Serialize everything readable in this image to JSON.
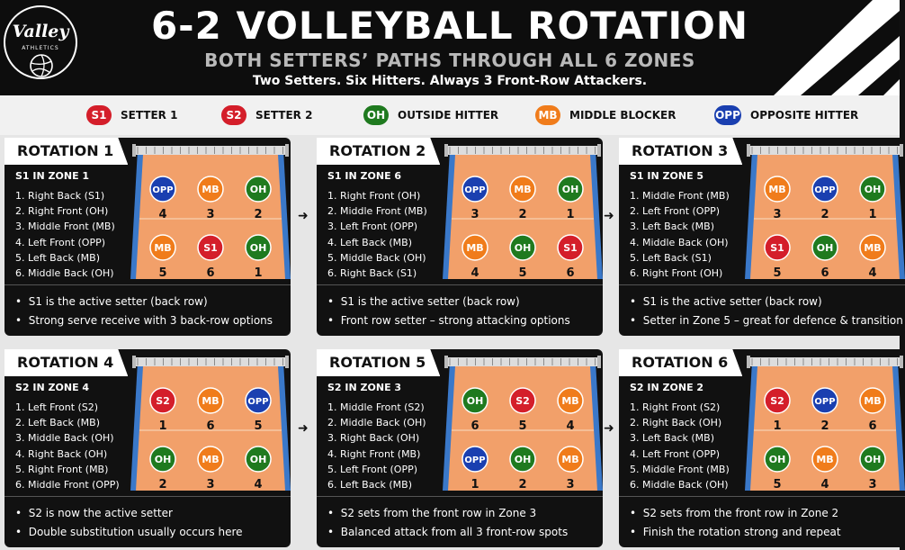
{
  "header": {
    "logo_text": "Valley",
    "logo_subtext": "ATHLETICS",
    "title": "6-2 VOLLEYBALL ROTATION",
    "subtitle": "BOTH SETTERS’ PATHS THROUGH ALL 6 ZONES",
    "tagline": "Two Setters. Six Hitters. Always 3 Front-Row Attackers."
  },
  "colors": {
    "S1": "#d41e2a",
    "S2": "#d41e2a",
    "OH": "#1f7a1f",
    "MB": "#f07c1b",
    "OPP": "#1a3fb0",
    "court": "#f2a06a",
    "court_line": "#f6c7a4",
    "sideline": "#3a78c9",
    "header_bg": "#0d0d0d"
  },
  "legend": [
    {
      "badge": "S1",
      "label": "SETTER 1"
    },
    {
      "badge": "S2",
      "label": "SETTER 2"
    },
    {
      "badge": "OH",
      "label": "OUTSIDE HITTER"
    },
    {
      "badge": "MB",
      "label": "MIDDLE BLOCKER"
    },
    {
      "badge": "OPP",
      "label": "OPPOSITE HITTER"
    }
  ],
  "rotations": [
    {
      "title": "ROTATION 1",
      "zone": "S1 IN ZONE 1",
      "positions": [
        "1.  Right Back (S1)",
        "2.  Right Front (OH)",
        "3.  Middle Front (MB)",
        "4.  Left Front (OPP)",
        "5.  Left Back (MB)",
        "6.  Middle Back (OH)"
      ],
      "front": [
        {
          "role": "OPP",
          "zone": "4"
        },
        {
          "role": "MB",
          "zone": "3"
        },
        {
          "role": "OH",
          "zone": "2"
        }
      ],
      "back": [
        {
          "role": "MB",
          "zone": "5"
        },
        {
          "role": "S1",
          "zone": "6"
        },
        {
          "role": "OH",
          "zone": "1"
        }
      ],
      "notes": [
        "S1 is the active setter (back row)",
        "Strong serve receive with 3 back-row options"
      ]
    },
    {
      "title": "ROTATION 2",
      "zone": "S1 IN ZONE 6",
      "positions": [
        "1.  Right Front (OH)",
        "2.  Middle Front (MB)",
        "3.  Left Front (OPP)",
        "4.  Left Back (MB)",
        "5.  Middle Back (OH)",
        "6.  Right Back (S1)"
      ],
      "front": [
        {
          "role": "OPP",
          "zone": "3"
        },
        {
          "role": "MB",
          "zone": "2"
        },
        {
          "role": "OH",
          "zone": "1"
        }
      ],
      "back": [
        {
          "role": "MB",
          "zone": "4"
        },
        {
          "role": "OH",
          "zone": "5"
        },
        {
          "role": "S1",
          "zone": "6"
        }
      ],
      "notes": [
        "S1 is the active setter (back row)",
        "Front row setter – strong attacking options"
      ]
    },
    {
      "title": "ROTATION 3",
      "zone": "S1 IN ZONE 5",
      "positions": [
        "1.  Middle Front (MB)",
        "2.  Left Front (OPP)",
        "3.  Left Back (MB)",
        "4.  Middle Back (OH)",
        "5.  Left Back (S1)",
        "6.  Right Front (OH)"
      ],
      "front": [
        {
          "role": "MB",
          "zone": "3"
        },
        {
          "role": "OPP",
          "zone": "2"
        },
        {
          "role": "OH",
          "zone": "1"
        }
      ],
      "back": [
        {
          "role": "S1",
          "zone": "5"
        },
        {
          "role": "OH",
          "zone": "6"
        },
        {
          "role": "MB",
          "zone": "4"
        }
      ],
      "notes": [
        "S1 is the active setter (back row)",
        "Setter in Zone 5 – great for defence & transition"
      ]
    },
    {
      "title": "ROTATION 4",
      "zone": "S2 IN ZONE 4",
      "positions": [
        "1.  Left Front (S2)",
        "2.  Left Back (MB)",
        "3.  Middle Back (OH)",
        "4.  Right Back (OH)",
        "5.  Right Front (MB)",
        "6.  Middle Front (OPP)"
      ],
      "front": [
        {
          "role": "S2",
          "zone": "1"
        },
        {
          "role": "MB",
          "zone": "6"
        },
        {
          "role": "OPP",
          "zone": "5"
        }
      ],
      "back": [
        {
          "role": "OH",
          "zone": "2"
        },
        {
          "role": "MB",
          "zone": "3"
        },
        {
          "role": "OH",
          "zone": "4"
        }
      ],
      "notes": [
        "S2 is now the active setter",
        "Double substitution usually occurs here"
      ]
    },
    {
      "title": "ROTATION 5",
      "zone": "S2 IN ZONE 3",
      "positions": [
        "1.  Middle Front (S2)",
        "2.  Middle Back (OH)",
        "3.  Right Back (OH)",
        "4.  Right Front (MB)",
        "5.  Left Front (OPP)",
        "6.  Left Back (MB)"
      ],
      "front": [
        {
          "role": "OH",
          "zone": "6"
        },
        {
          "role": "S2",
          "zone": "5"
        },
        {
          "role": "MB",
          "zone": "4"
        }
      ],
      "back": [
        {
          "role": "OPP",
          "zone": "1"
        },
        {
          "role": "OH",
          "zone": "2"
        },
        {
          "role": "MB",
          "zone": "3"
        }
      ],
      "notes": [
        "S2 sets from the front row in Zone 3",
        "Balanced attack from all 3 front-row spots"
      ]
    },
    {
      "title": "ROTATION 6",
      "zone": "S2 IN ZONE 2",
      "positions": [
        "1.  Right Front (S2)",
        "2.  Right Back (OH)",
        "3.  Left Back (MB)",
        "4.  Left Front (OPP)",
        "5.  Middle Front (MB)",
        "6.  Middle Back (OH)"
      ],
      "front": [
        {
          "role": "S2",
          "zone": "1"
        },
        {
          "role": "OPP",
          "zone": "2"
        },
        {
          "role": "MB",
          "zone": "6"
        }
      ],
      "back": [
        {
          "role": "OH",
          "zone": "5"
        },
        {
          "role": "MB",
          "zone": "4"
        },
        {
          "role": "OH",
          "zone": "3"
        }
      ],
      "notes": [
        "S2 sets from the front row in Zone 2",
        "Finish the rotation strong and repeat"
      ]
    }
  ],
  "arrow_glyph": "➜"
}
